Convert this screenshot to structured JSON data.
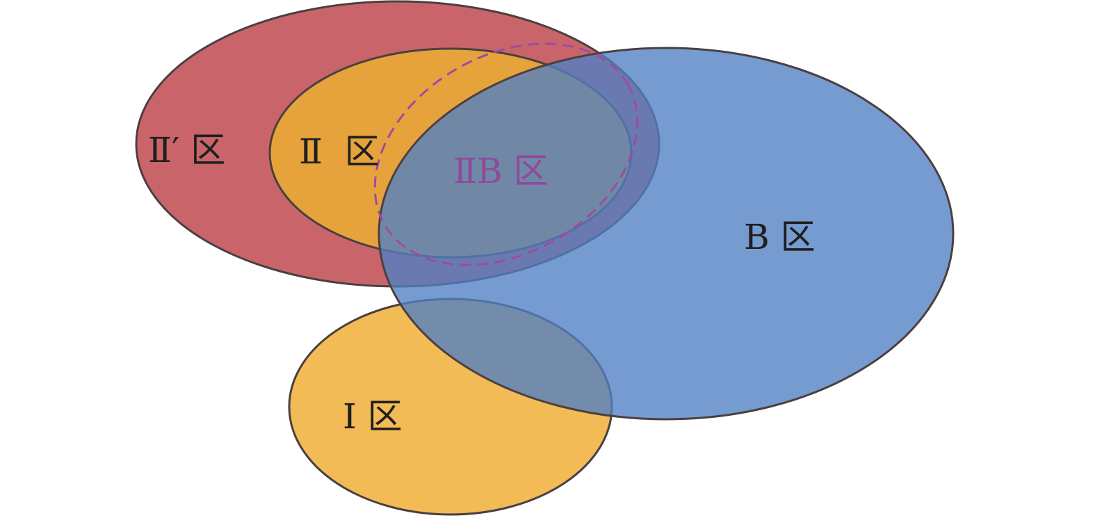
{
  "labels": {
    "zone_2_prime": "Ⅱ′ 区",
    "zone_2": "Ⅱ  区",
    "zone_2b": "ⅡB 区",
    "zone_b": "B 区",
    "zone_1": "Ⅰ 区"
  },
  "colors": {
    "zone_2_prime_fill": "#c25055",
    "zone_2_fill": "#e8a63a",
    "zone_b_fill": "#5b88c8",
    "zone_1_fill": "#f2bb55",
    "zone_2b_outline": "#a04aa0",
    "outline": "#4a4040",
    "text": "#1f1f1f",
    "zone_2b_text": "#8e4a9b"
  }
}
